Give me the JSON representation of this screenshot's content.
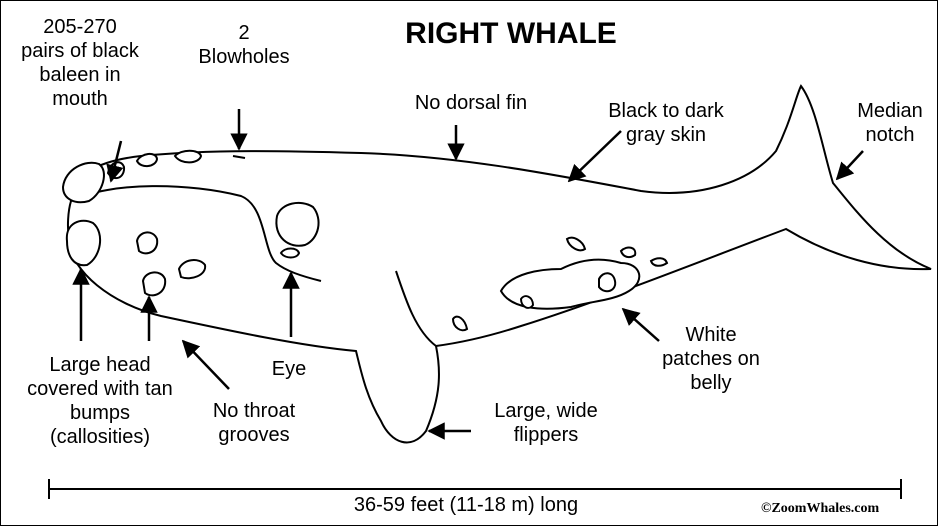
{
  "title": "RIGHT WHALE",
  "labels": {
    "baleen": "205-270\npairs of black\nbaleen in\nmouth",
    "blowholes": "2\nBlowholes",
    "dorsal": "No dorsal fin",
    "skin": "Black to dark\ngray skin",
    "notch": "Median\nnotch",
    "head": "Large head\ncovered with tan\nbumps\n(callosities)",
    "eye": "Eye",
    "throat": "No throat\ngrooves",
    "flippers": "Large, wide\nflippers",
    "belly": "White\npatches on\nbelly",
    "length": "36-59 feet (11-18 m) long"
  },
  "copyright": "©ZoomWhales.com"
}
